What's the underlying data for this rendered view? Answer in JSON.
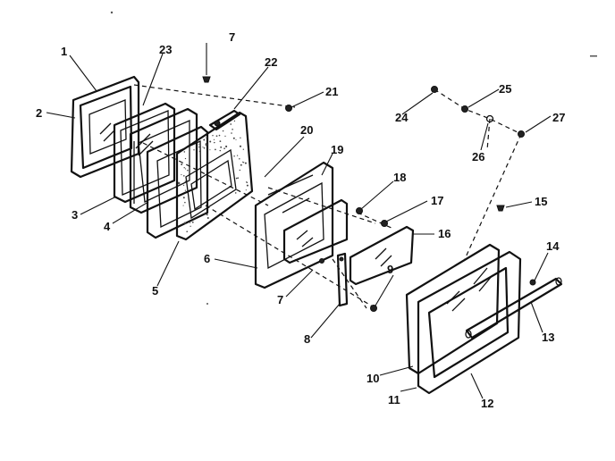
{
  "part_labels": [
    "1",
    "2",
    "3",
    "4",
    "5",
    "6",
    "7",
    "7",
    "8",
    "9",
    "10",
    "11",
    "12",
    "13",
    "14",
    "15",
    "16",
    "17",
    "18",
    "19",
    "20",
    "21",
    "22",
    "23",
    "24",
    "25",
    "26",
    "27"
  ]
}
